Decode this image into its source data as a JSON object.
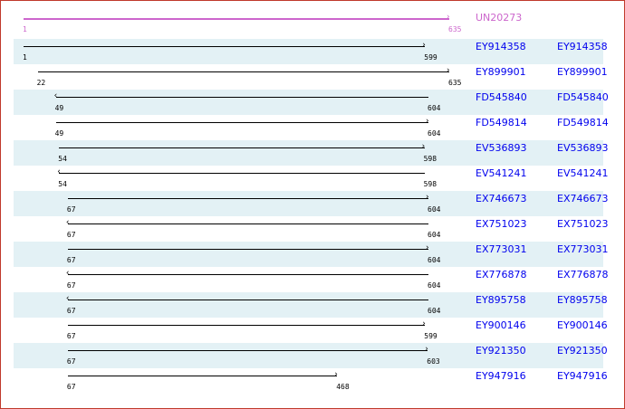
{
  "query": {
    "name": "UN20273",
    "start": 1,
    "end": 635,
    "color": "#cc66cc"
  },
  "scale": {
    "min": 1,
    "max": 635
  },
  "hits": [
    {
      "name": "EY914358",
      "link": "EY914358",
      "start": 1,
      "end": 599,
      "strand": "+"
    },
    {
      "name": "EY899901",
      "link": "EY899901",
      "start": 22,
      "end": 635,
      "strand": "+"
    },
    {
      "name": "FD545840",
      "link": "FD545840",
      "start": 49,
      "end": 604,
      "strand": "-"
    },
    {
      "name": "FD549814",
      "link": "FD549814",
      "start": 49,
      "end": 604,
      "strand": "+"
    },
    {
      "name": "EV536893",
      "link": "EV536893",
      "start": 54,
      "end": 598,
      "strand": "+"
    },
    {
      "name": "EV541241",
      "link": "EV541241",
      "start": 54,
      "end": 598,
      "strand": "-"
    },
    {
      "name": "EX746673",
      "link": "EX746673",
      "start": 67,
      "end": 604,
      "strand": "+"
    },
    {
      "name": "EX751023",
      "link": "EX751023",
      "start": 67,
      "end": 604,
      "strand": "-"
    },
    {
      "name": "EX773031",
      "link": "EX773031",
      "start": 67,
      "end": 604,
      "strand": "+"
    },
    {
      "name": "EX776878",
      "link": "EX776878",
      "start": 67,
      "end": 604,
      "strand": "-"
    },
    {
      "name": "EY895758",
      "link": "EY895758",
      "start": 67,
      "end": 604,
      "strand": "-"
    },
    {
      "name": "EY900146",
      "link": "EY900146",
      "start": 67,
      "end": 599,
      "strand": "+"
    },
    {
      "name": "EY921350",
      "link": "EY921350",
      "start": 67,
      "end": 603,
      "strand": "+"
    },
    {
      "name": "EY947916",
      "link": "EY947916",
      "start": 67,
      "end": 468,
      "strand": "+"
    }
  ]
}
